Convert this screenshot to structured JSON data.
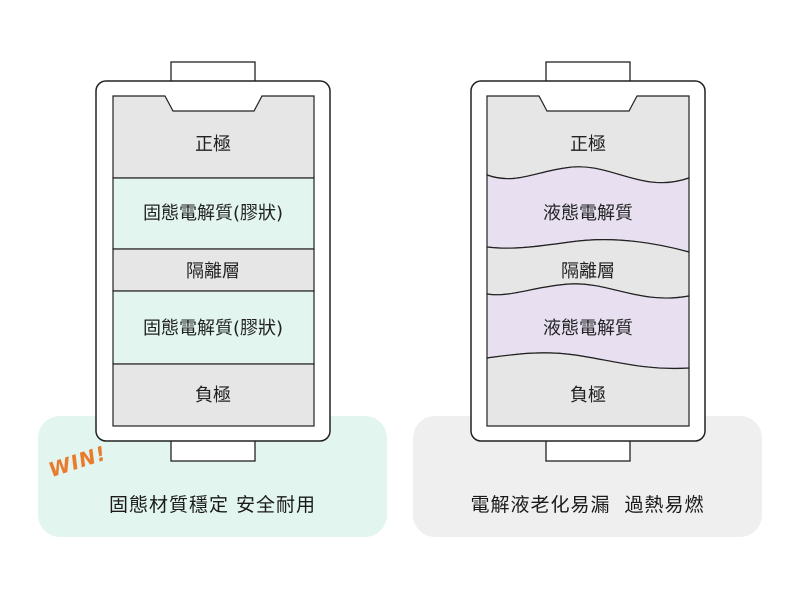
{
  "left_battery": {
    "cathode": "正極",
    "electrolyte_top": "固態電解質(膠狀)",
    "separator": "隔離層",
    "electrolyte_bottom": "固態電解質(膠狀)",
    "anode": "負極"
  },
  "right_battery": {
    "cathode": "正極",
    "electrolyte_top": "液態電解質",
    "separator": "隔離層",
    "electrolyte_bottom": "液態電解質",
    "anode": "負極"
  },
  "left_caption": "固態材質穩定 安全耐用",
  "right_caption": "電解液老化易漏  過熱易燃",
  "win_badge": "WIN!",
  "colors": {
    "layer_gray": "#e6e6e6",
    "solid_electrolyte": "#e3f5ef",
    "liquid_electrolyte": "#e8e0f1",
    "accent_orange": "#ea7a2c",
    "outline": "#222222"
  }
}
